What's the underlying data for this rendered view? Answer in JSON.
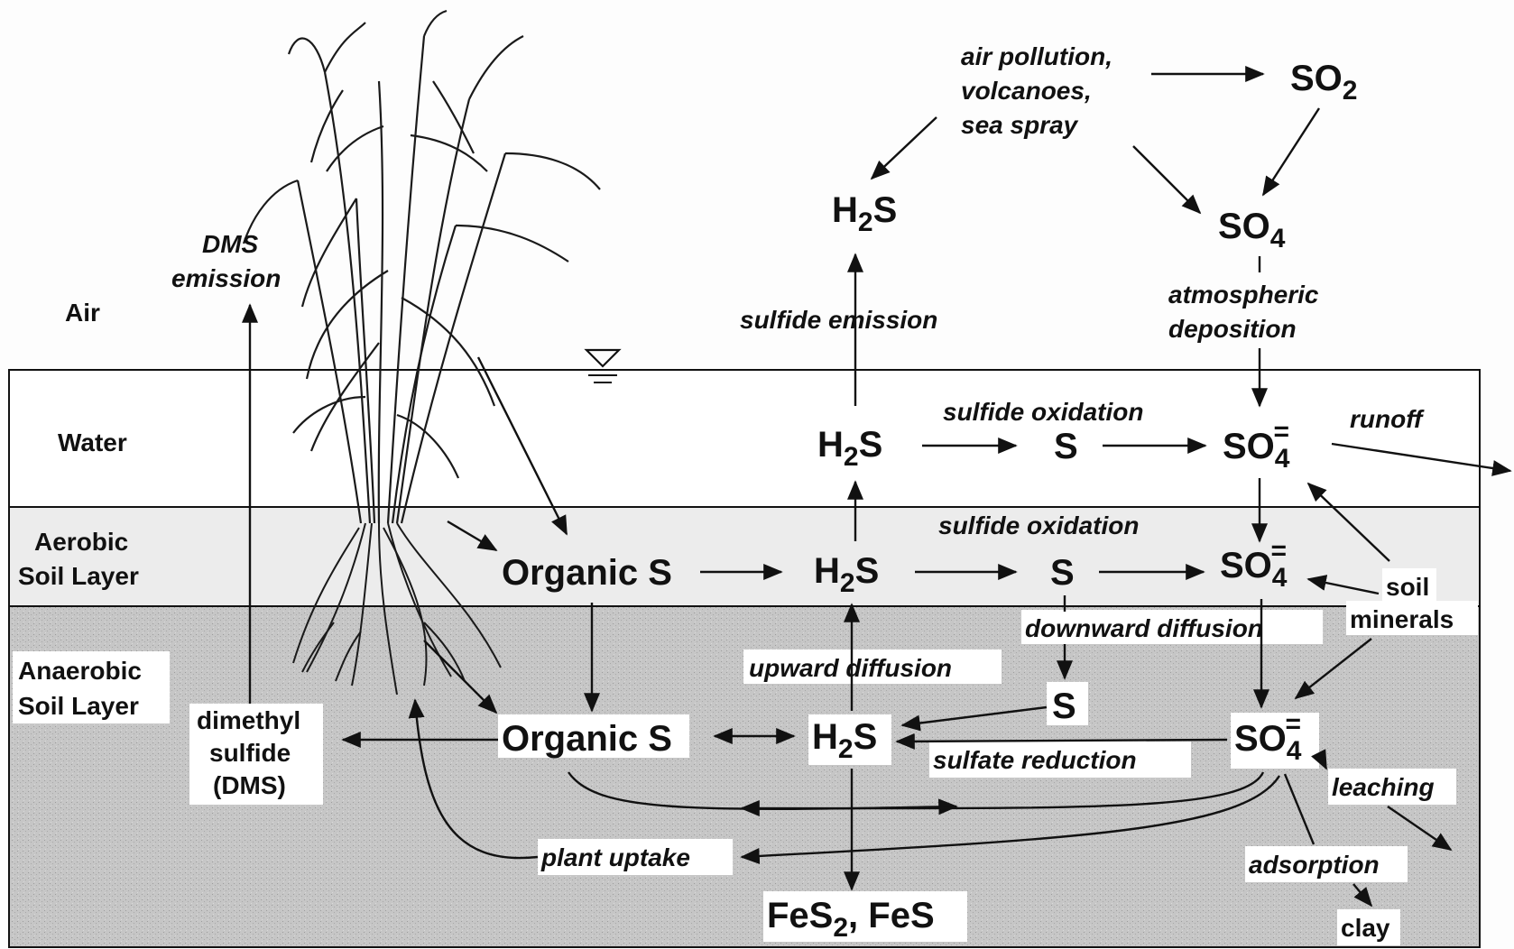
{
  "layers": {
    "air": "Air",
    "water": "Water",
    "aerobic_line1": "Aerobic",
    "aerobic_line2": "Soil Layer",
    "anaerobic_line1": "Anaerobic",
    "anaerobic_line2": "Soil Layer"
  },
  "sources": {
    "line1": "air pollution,",
    "line2": "volcanoes,",
    "line3": "sea spray"
  },
  "species": {
    "h2s": {
      "main": "H",
      "sub": "2",
      "tail": "S"
    },
    "so2": {
      "main": "SO",
      "sub": "2"
    },
    "so4": {
      "main": "SO",
      "sub": "4"
    },
    "so4_ion": {
      "main": "SO",
      "sub": "4",
      "sup": "="
    },
    "s": "S",
    "organic_s": "Organic S",
    "fes": {
      "part1": "FeS",
      "sub": "2",
      "part2": ", FeS"
    }
  },
  "process_labels": {
    "dms_emission_1": "DMS",
    "dms_emission_2": "emission",
    "sulfide_emission": "sulfide emission",
    "atmospheric_1": "atmospheric",
    "atmospheric_2": "deposition",
    "sulfide_oxidation_water": "sulfide oxidation",
    "sulfide_oxidation_soil": "sulfide oxidation",
    "runoff": "runoff",
    "downward_diffusion": "downward diffusion",
    "upward_diffusion": "upward diffusion",
    "sulfate_reduction": "sulfate reduction",
    "plant_uptake": "plant uptake",
    "leaching": "leaching",
    "adsorption": "adsorption",
    "clay": "clay",
    "soil_minerals_1": "soil",
    "soil_minerals_2": "minerals"
  },
  "dms": {
    "line1": "dimethyl",
    "line2": "sulfide",
    "line3": "(DMS)"
  },
  "colors": {
    "water_fill": "#ffffff",
    "aerobic_fill": "#e9e9e9",
    "anaerobic_fill": "#c4c4c4",
    "ink": "#111111"
  }
}
